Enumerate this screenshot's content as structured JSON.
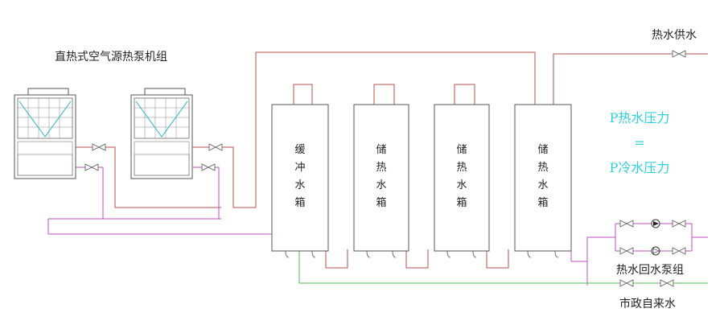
{
  "title_units": "直热式空气源热泵机组",
  "labels": {
    "hot_water_supply": "热水供水",
    "return_pump_group": "热水回水泵组",
    "municipal_water": "市政自来水"
  },
  "tanks": [
    {
      "chars": [
        "缓",
        "冲",
        "水",
        "箱"
      ]
    },
    {
      "chars": [
        "储",
        "热",
        "水",
        "箱"
      ]
    },
    {
      "chars": [
        "储",
        "热",
        "水",
        "箱"
      ]
    },
    {
      "chars": [
        "储",
        "热",
        "水",
        "箱"
      ]
    }
  ],
  "pressure_note": {
    "line1": "P热水压力",
    "line2": "=",
    "line3": "P冷水压力"
  },
  "colors": {
    "hot_pipe": "#b5504f",
    "return_pipe": "#c24fc7",
    "cold_pipe": "#52c052",
    "note": "#2fd0d8",
    "grid": "#2fb6c0"
  }
}
